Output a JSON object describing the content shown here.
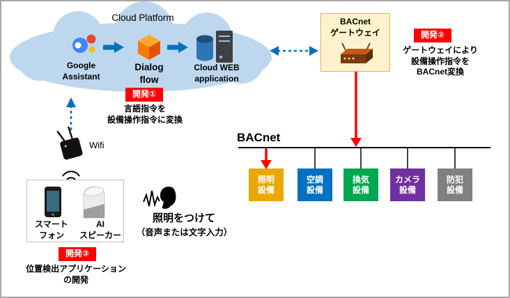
{
  "cloud": {
    "title": "Cloud Platform",
    "google_assistant": "Google\nAssistant",
    "dialogflow": "Dialog\nflow",
    "cloud_web": "Cloud WEB\napplication"
  },
  "dev1": {
    "badge": "開発①",
    "desc": "言語指令を\n設備操作指令に変換"
  },
  "dev2": {
    "badge": "開発②",
    "desc": "ゲートウェイにより\n設備操作指令を\nBACnet変換"
  },
  "dev3": {
    "badge": "開発③",
    "desc": "位置検出アプリケーション\nの開発"
  },
  "gateway": {
    "label": "BACnet\nゲートウェイ"
  },
  "bacnet": {
    "label": "BACnet"
  },
  "equipment": [
    {
      "label": "照明\n設備",
      "color": "#EAA800"
    },
    {
      "label": "空調\n設備",
      "color": "#0070C0"
    },
    {
      "label": "換気\n設備",
      "color": "#00A650"
    },
    {
      "label": "カメラ\n設備",
      "color": "#7030A0"
    },
    {
      "label": "防犯\n設備",
      "color": "#808080"
    }
  ],
  "wifi": {
    "label": "Wifi"
  },
  "devices": {
    "smartphone_label": "スマート\nフォン",
    "speaker_label": "AI\nスピーカー"
  },
  "speech": {
    "command": "照明をつけて",
    "note": "（音声または文字入力）"
  },
  "colors": {
    "cloud_fill": "#BDD7EE",
    "arrow_blue": "#0070C0",
    "arrow_red": "#FF0000",
    "badge_red": "#FF0000",
    "gateway_bg": "#FFF2CC"
  }
}
